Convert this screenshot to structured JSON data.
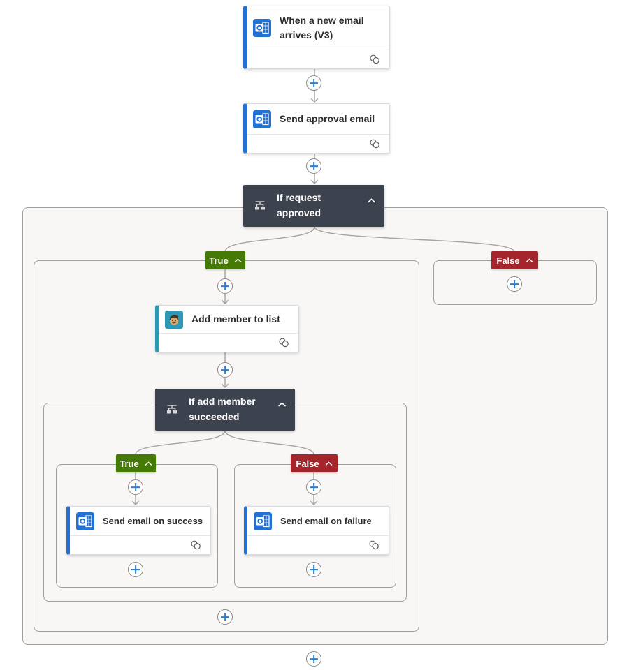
{
  "app": "flow-designer-canvas",
  "nodes": {
    "trigger": {
      "title": "When a new email arrives (V3)",
      "icon": "outlook-icon",
      "has_connection_badge": true
    },
    "send_approval": {
      "title": "Send approval email",
      "icon": "outlook-icon",
      "has_connection_badge": true
    },
    "condition_request": {
      "title": "If request approved",
      "icon": "condition-icon",
      "collapsed": false
    },
    "add_member": {
      "title": "Add member to list",
      "icon": "mailchimp-icon",
      "has_connection_badge": true
    },
    "condition_member": {
      "title": "If add member succeeded",
      "icon": "condition-icon",
      "collapsed": false
    },
    "send_success": {
      "title": "Send email on success",
      "icon": "outlook-icon",
      "has_connection_badge": true
    },
    "send_failure": {
      "title": "Send email on failure",
      "icon": "outlook-icon",
      "has_connection_badge": true
    }
  },
  "branches": {
    "true_label": "True",
    "false_label": "False"
  },
  "colors": {
    "accent_blue": "#2272d4",
    "accent_teal": "#2c9ab7",
    "condition_bg": "#3d434e",
    "true_green": "#447a05",
    "false_red": "#a4262c",
    "plus_blue": "#2b7cd3",
    "connector_gray": "#a6a4a2",
    "container_bg": "#f8f7f6",
    "container_border": "#a19f9d"
  }
}
